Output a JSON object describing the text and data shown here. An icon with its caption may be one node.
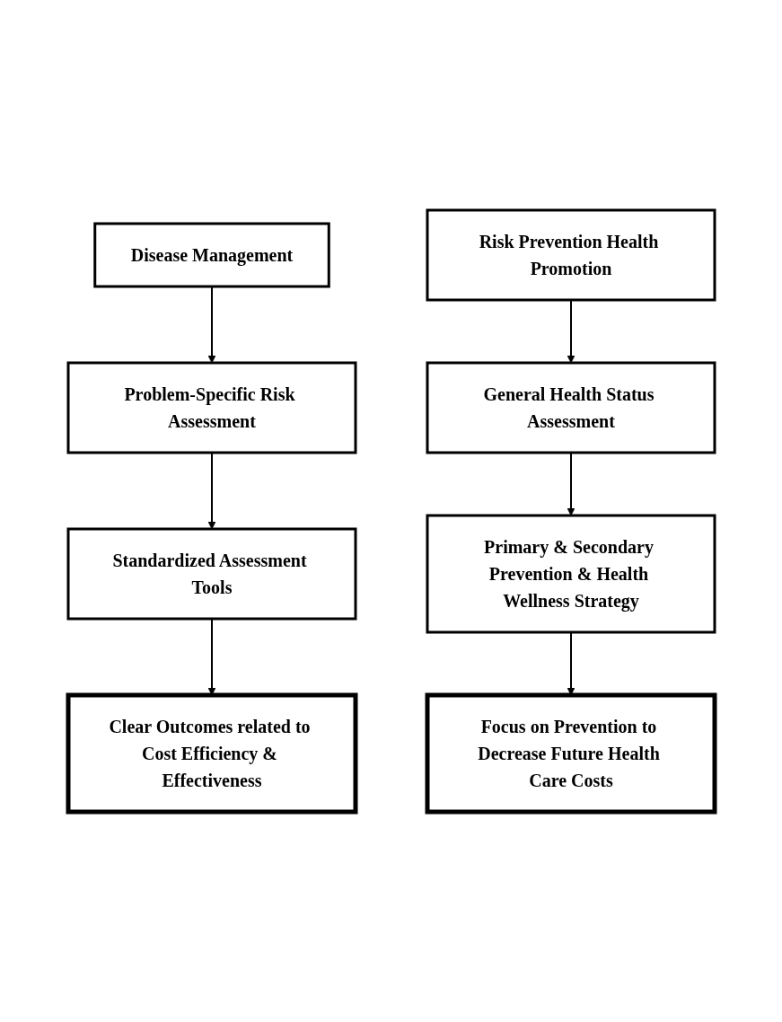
{
  "diagram": {
    "nodes": [
      {
        "text": [
          "Disease Management"
        ]
      },
      {
        "text": [
          "Problem-Specific Risk Assessment"
        ]
      },
      {
        "text": [
          "Standardized Assessment Tools"
        ]
      },
      {
        "text": [
          "Clear Outcomes related to Cost Efficiency & Effectiveness"
        ]
      },
      {
        "text": [
          "Risk Prevention Health Promotion"
        ]
      },
      {
        "text": [
          "General Health Status Assessment"
        ]
      },
      {
        "text": [
          "Primary & Secondary Prevention & Health Wellness Strategy"
        ]
      },
      {
        "text": [
          "Focus on Prevention to Decrease Future Health Care Costs"
        ]
      }
    ],
    "edges": [
      {
        "from": 0,
        "to": 1,
        "arrow": "to"
      },
      {
        "from": 1,
        "to": 2,
        "arrow": "to"
      },
      {
        "from": 2,
        "to": 3,
        "arrow": "to"
      },
      {
        "from": 4,
        "to": 5,
        "arrow": "to"
      },
      {
        "from": 5,
        "to": 6,
        "arrow": "to"
      },
      {
        "from": 6,
        "to": 7,
        "arrow": "to"
      }
    ]
  }
}
